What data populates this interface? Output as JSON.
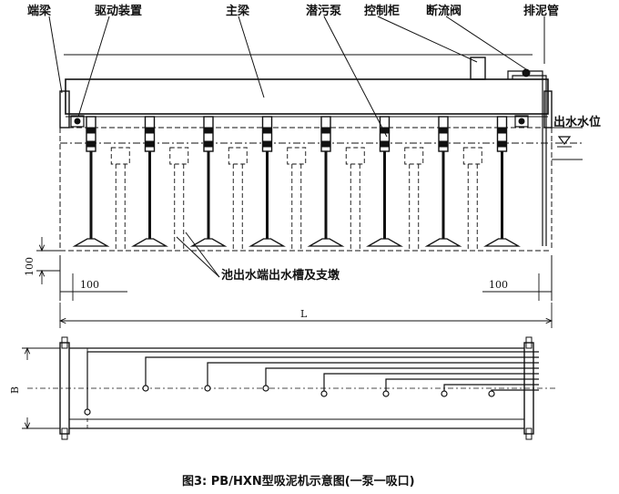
{
  "labels": {
    "end_beam": "端梁",
    "drive_unit": "驱动装置",
    "main_beam": "主梁",
    "submersible_pump": "潜污泵",
    "control_cabinet": "控制柜",
    "shutoff_valve": "断流阀",
    "sludge_pipe": "排泥管",
    "outlet_water_level": "出水水位",
    "outlet_trough": "池出水端出水槽及支墩"
  },
  "dimensions": {
    "height_100": "100",
    "left_100": "100",
    "right_100": "100",
    "length": "L",
    "width": "B"
  },
  "caption": "图3: PB/HXN型吸泥机示意图(一泵一吸口)",
  "colors": {
    "line": "#111111",
    "background": "#ffffff"
  },
  "pump_count": 8
}
